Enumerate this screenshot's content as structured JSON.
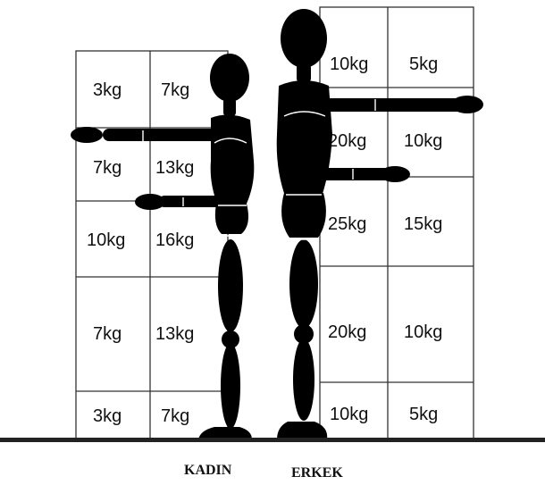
{
  "woman_grid": {
    "rows": [
      [
        "3kg",
        "7kg"
      ],
      [
        "7kg",
        "13kg"
      ],
      [
        "10kg",
        "16kg"
      ],
      [
        "7kg",
        "13kg"
      ],
      [
        "3kg",
        "7kg"
      ]
    ]
  },
  "man_grid": {
    "rows": [
      [
        "10kg",
        "5kg"
      ],
      [
        "20kg",
        "10kg"
      ],
      [
        "25kg",
        "15kg"
      ],
      [
        "20kg",
        "10kg"
      ],
      [
        "10kg",
        "5kg"
      ]
    ]
  },
  "labels": {
    "woman": "KADIN",
    "man": "ERKEK"
  },
  "colors": {
    "figure": "#000000",
    "grid_line": "#333333",
    "background": "#ffffff"
  }
}
